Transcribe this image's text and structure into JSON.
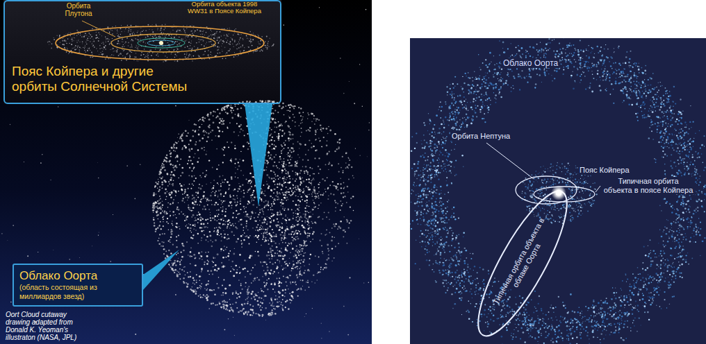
{
  "diagram": {
    "nodes": [
      {
        "text": [
          "Пояс Койпера и другие орбиты Солнечной Системы"
        ]
      },
      {
        "text": [
          "Облако Оорта",
          "(область состоящая из миллиардов звезд)"
        ]
      }
    ],
    "labels": [
      "Орбита Плутона",
      "Орбита объекта 1998 WW31 в Поясе Койпера",
      "Oort Cloud cutaway drawing adapted from Donald K. Yeoman's illustraton (NASA, JPL)",
      "Облако Оорта",
      "Орбита Нептуна",
      "Пояс Койпера",
      "Типичная орбита объекта в поясе Койпера",
      "Типичная орбита объекта в облаке Оорта"
    ]
  }
}
